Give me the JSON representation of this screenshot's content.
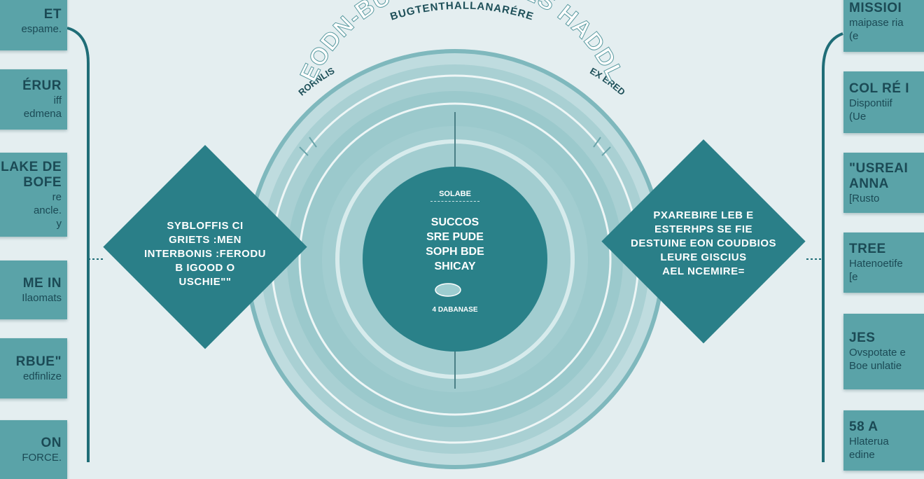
{
  "colors": {
    "background": "#e4eef0",
    "teal_dark": "#2a8189",
    "teal_mid": "#5aa3a8",
    "teal_light": "#9dcdd0",
    "text_dark": "#1b4a55"
  },
  "left_cards": [
    {
      "title": "ET",
      "sub": "espame."
    },
    {
      "title": "ÉRUR",
      "sub": "iff\nedmena"
    },
    {
      "title": "LAKE DE\nBOFE",
      "sub": "re\nancle.\ny"
    },
    {
      "title": "ME IN",
      "sub": "Ilaomats"
    },
    {
      "title": "RBUE\"",
      "sub": "edfinlize"
    },
    {
      "title": "ON",
      "sub": "FORCE."
    }
  ],
  "right_cards": [
    {
      "title": "MISSIOI",
      "sub": "maipase ria\n(e"
    },
    {
      "title": "COL RÉ I",
      "sub": "Dispontiif\n(Ue"
    },
    {
      "title": "\"USREAI\nANNA",
      "sub": "[Rusto"
    },
    {
      "title": "TREE",
      "sub": "Hatenoetife\n[e"
    },
    {
      "title": "JES",
      "sub": "Ovspotate e\nBoe unlatie"
    },
    {
      "title": "58 A",
      "sub": "Hlaterua\nedine"
    }
  ],
  "diagram": {
    "top_label": "BUGTENTHALLANARÉRE",
    "arc_left": "RORNLIS",
    "arc_right": "EX ERED",
    "arc_main": "EODN-BUGETOSI ' SES HADDL",
    "left_diamond": [
      "SYBLOFFIS CI",
      "GRIETS :MEN",
      "INTERBONIS :FERODU",
      "B IGOOD O",
      "USCHIE\"\""
    ],
    "right_diamond": [
      "PXAREBIRE LEB E",
      "ESTERHPS SE FIE",
      "DESTUINE EON COUDBIOS",
      "LEURE GISCIUS",
      "AEL NCEMIRE="
    ],
    "center_small_top": "SOLABE",
    "center_lines": [
      "SUCCOS",
      "SRE PUDE",
      "SOPH BDE",
      "SHICAY"
    ],
    "center_small_bottom": "4 DABANASE"
  }
}
